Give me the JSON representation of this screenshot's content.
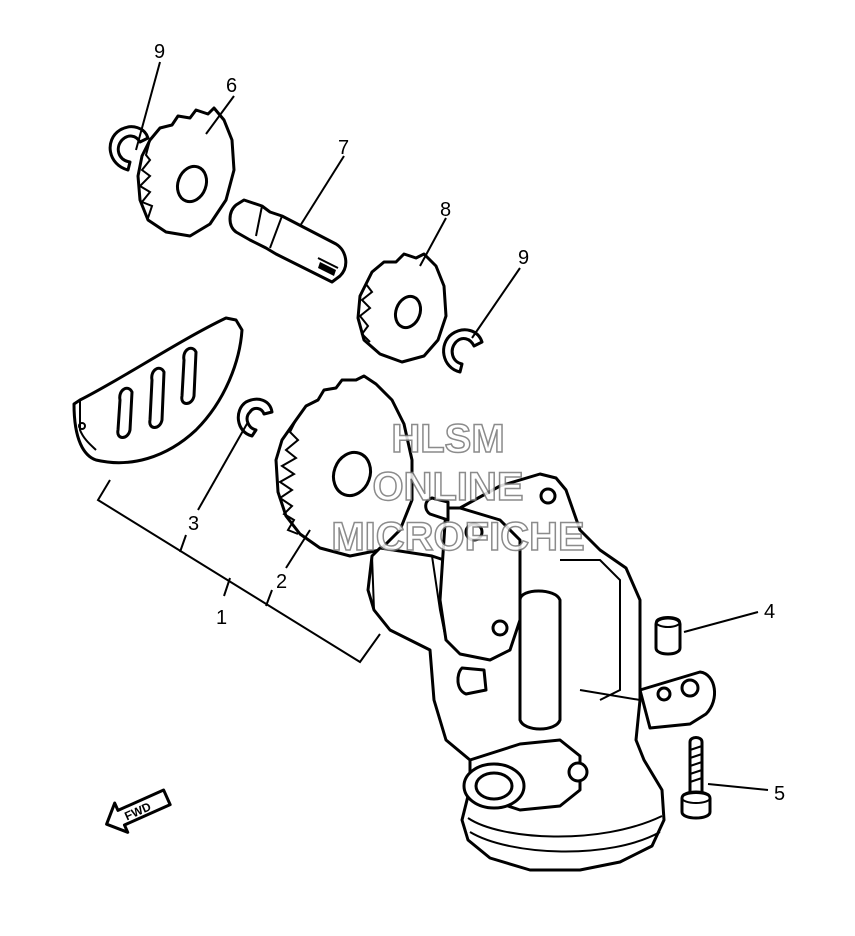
{
  "callouts": {
    "c1": "1",
    "c2": "2",
    "c3": "3",
    "c4": "4",
    "c5": "5",
    "c6": "6",
    "c7": "7",
    "c8": "8",
    "c9a": "9",
    "c9b": "9"
  },
  "fwd_label": "FWD",
  "watermark": {
    "line1": "HLSM",
    "line2": "ONLINE",
    "line3": "MICROFICHE"
  }
}
